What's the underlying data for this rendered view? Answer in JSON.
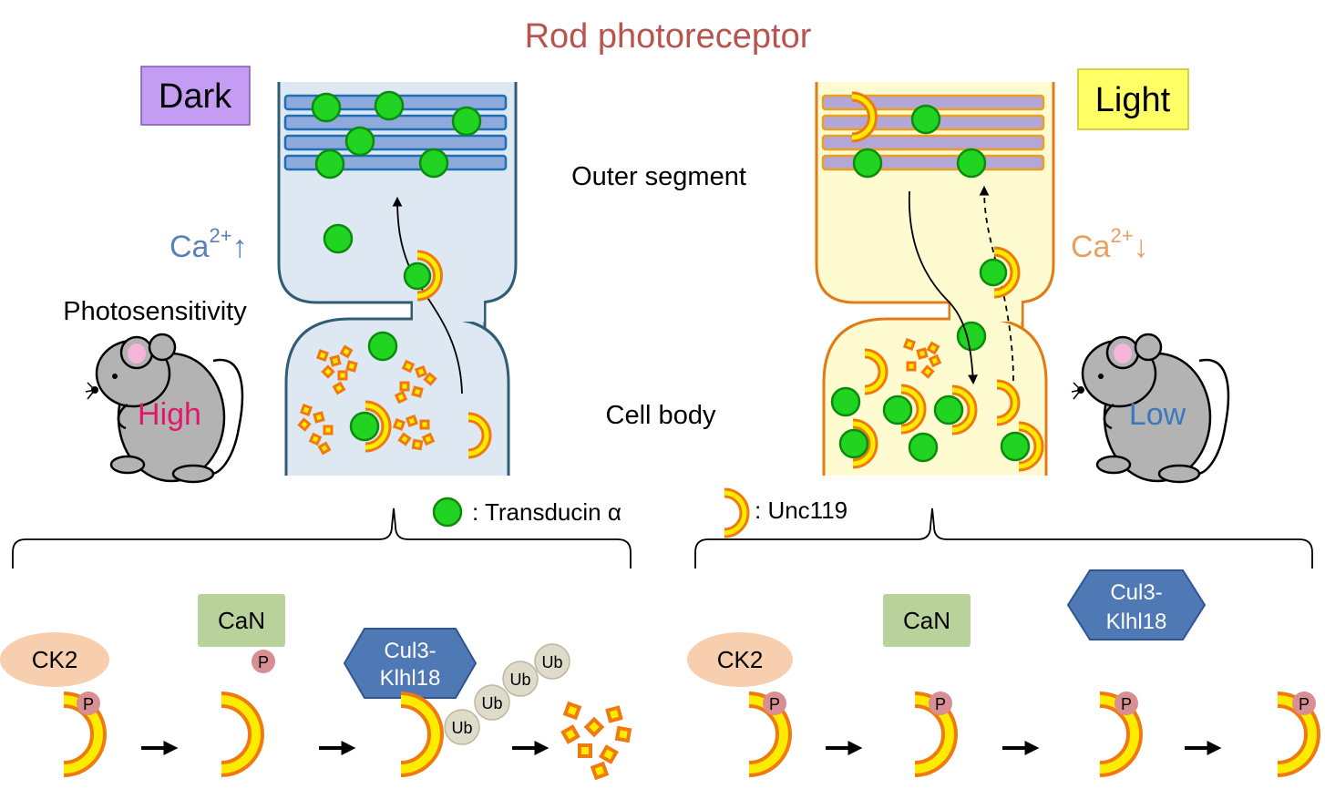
{
  "title": "Rod photoreceptor",
  "conditions": {
    "dark": {
      "label": "Dark",
      "ca_text": "Ca",
      "ca_sup": "2+",
      "ca_arrow": "↑",
      "photosensitivity_level": "High"
    },
    "light": {
      "label": "Light",
      "ca_text": "Ca",
      "ca_sup": "2+",
      "ca_arrow": "↓",
      "photosensitivity_level": "Low"
    }
  },
  "photosensitivity_label": "Photosensitivity",
  "regions": {
    "outer_segment": "Outer segment",
    "cell_body": "Cell body"
  },
  "legend": {
    "transducin": ": Transducin α",
    "unc119": ": Unc119"
  },
  "labels": {
    "ck2": "CK2",
    "can": "CaN",
    "p": "P",
    "ub": "Ub",
    "cul3_line1": "Cul3-",
    "cul3_line2": "Klhl18"
  },
  "colors": {
    "title": "#b85450",
    "dark_cell": "#dde8f3",
    "dark_border": "#2f5d73",
    "disc_blue": "#8ea9db",
    "disc_border": "#1f6fb5",
    "light_cell": "#fffbd0",
    "light_border": "#e07b18",
    "disc_light": "#b4a7d6",
    "transducin": "#22d422",
    "unc_fill": "#ffeb00",
    "unc_stroke": "#f07a10",
    "ca_dark": "#5a82b8",
    "ca_light": "#e8a060",
    "high": "#e0186c",
    "low": "#3a78bf",
    "ck2": "#f8cfae",
    "can": "#b9d29c",
    "cul3": "#4f79b5",
    "p_bubble": "#d88e92",
    "ub_bubble": "#dedbcb"
  }
}
